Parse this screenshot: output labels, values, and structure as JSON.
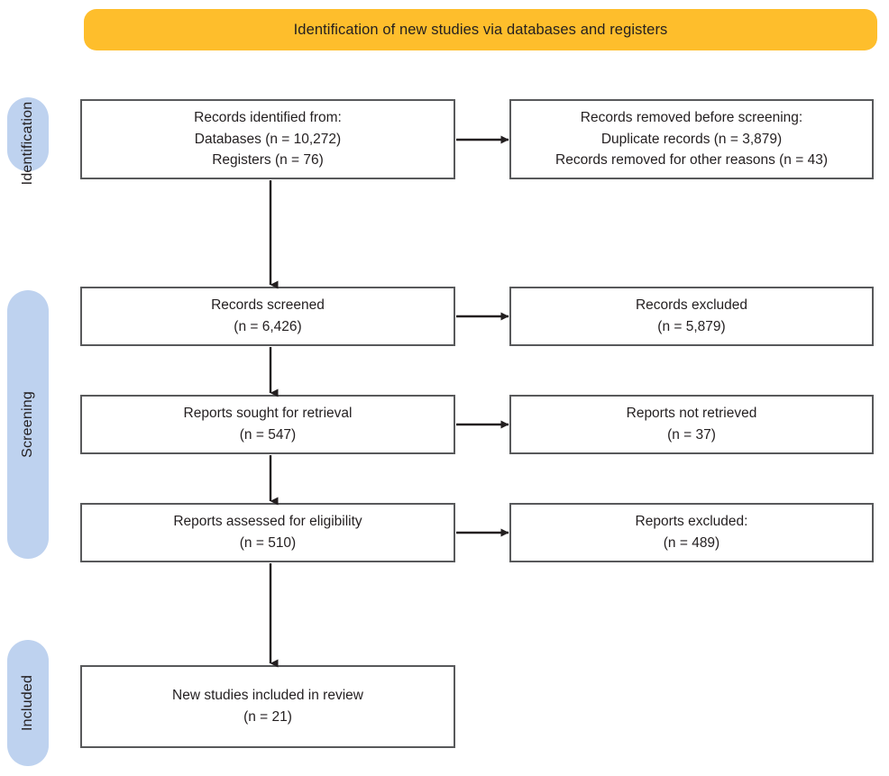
{
  "header": {
    "title": "Identification of new studies via databases and registers",
    "banner_color": "#febe2c"
  },
  "stages": {
    "pill_color": "#bed2ef",
    "items": [
      {
        "id": "identification",
        "label": "Identification"
      },
      {
        "id": "screening",
        "label": "Screening"
      },
      {
        "id": "included",
        "label": "Included"
      }
    ]
  },
  "boxes": {
    "identified": {
      "line1": "Records identified from:",
      "line2": "Databases (n = 10,272)",
      "line3": "Registers (n = 76)"
    },
    "removed": {
      "line1": "Records removed before screening:",
      "line2": "Duplicate records (n = 3,879)",
      "line3": "Records removed for other reasons (n = 43)"
    },
    "screened": {
      "line1": "Records screened",
      "line2": "(n = 6,426)"
    },
    "excluded": {
      "line1": "Records excluded",
      "line2": "(n = 5,879)"
    },
    "sought": {
      "line1": "Reports sought for retrieval",
      "line2": "(n = 547)"
    },
    "not_retrieved": {
      "line1": "Reports not retrieved",
      "line2": "(n = 37)"
    },
    "assessed": {
      "line1": "Reports assessed for eligibility",
      "line2": "(n = 510)"
    },
    "reports_excluded": {
      "line1": "Reports excluded:",
      "line2": "(n = 489)"
    },
    "included": {
      "line1": "New studies included in review",
      "line2": "(n = 21)"
    }
  },
  "chart_data": {
    "type": "diagram",
    "title": "Identification of new studies via databases and registers",
    "diagram_kind": "PRISMA 2020 flow diagram",
    "stages": [
      "Identification",
      "Screening",
      "Included"
    ],
    "nodes": [
      {
        "id": "identified",
        "stage": "Identification",
        "column": "left",
        "text": "Records identified from: Databases (n = 10,272) Registers (n = 76)",
        "counts": {
          "Databases": 10272,
          "Registers": 76
        }
      },
      {
        "id": "removed",
        "stage": "Identification",
        "column": "right",
        "text": "Records removed before screening: Duplicate records (n = 3,879) Records removed for other reasons (n = 43)",
        "counts": {
          "Duplicate records": 3879,
          "Records removed for other reasons": 43
        }
      },
      {
        "id": "screened",
        "stage": "Screening",
        "column": "left",
        "text": "Records screened (n = 6,426)",
        "counts": {
          "n": 6426
        }
      },
      {
        "id": "excluded",
        "stage": "Screening",
        "column": "right",
        "text": "Records excluded (n = 5,879)",
        "counts": {
          "n": 5879
        }
      },
      {
        "id": "sought",
        "stage": "Screening",
        "column": "left",
        "text": "Reports sought for retrieval (n = 547)",
        "counts": {
          "n": 547
        }
      },
      {
        "id": "not_retrieved",
        "stage": "Screening",
        "column": "right",
        "text": "Reports not retrieved (n = 37)",
        "counts": {
          "n": 37
        }
      },
      {
        "id": "assessed",
        "stage": "Screening",
        "column": "left",
        "text": "Reports assessed for eligibility (n = 510)",
        "counts": {
          "n": 510
        }
      },
      {
        "id": "reports_excluded",
        "stage": "Screening",
        "column": "right",
        "text": "Reports excluded: (n = 489)",
        "counts": {
          "n": 489
        }
      },
      {
        "id": "included",
        "stage": "Included",
        "column": "left",
        "text": "New studies included in review (n = 21)",
        "counts": {
          "n": 21
        }
      }
    ],
    "edges": [
      {
        "from": "identified",
        "to": "removed",
        "direction": "right"
      },
      {
        "from": "identified",
        "to": "screened",
        "direction": "down"
      },
      {
        "from": "screened",
        "to": "excluded",
        "direction": "right"
      },
      {
        "from": "screened",
        "to": "sought",
        "direction": "down"
      },
      {
        "from": "sought",
        "to": "not_retrieved",
        "direction": "right"
      },
      {
        "from": "sought",
        "to": "assessed",
        "direction": "down"
      },
      {
        "from": "assessed",
        "to": "reports_excluded",
        "direction": "right"
      },
      {
        "from": "assessed",
        "to": "included",
        "direction": "down"
      }
    ]
  }
}
